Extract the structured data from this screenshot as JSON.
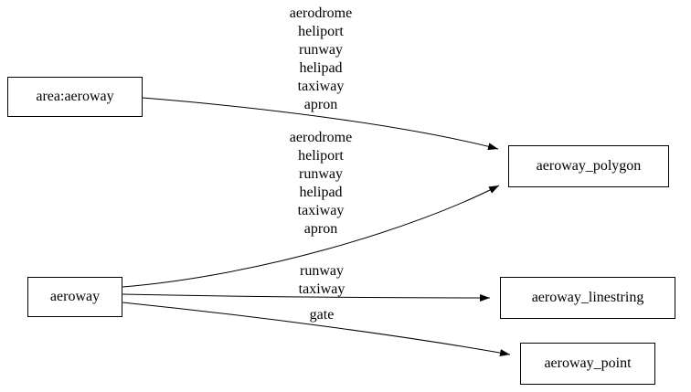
{
  "diagram": {
    "background_color": "#ffffff",
    "stroke_color": "#000000",
    "nodes": [
      {
        "id": "area-aeroway",
        "label": "area:aeroway"
      },
      {
        "id": "aeroway",
        "label": "aeroway"
      },
      {
        "id": "aeroway-polygon",
        "label": "aeroway_polygon"
      },
      {
        "id": "aeroway-linestring",
        "label": "aeroway_linestring"
      },
      {
        "id": "aeroway-point",
        "label": "aeroway_point"
      }
    ],
    "edges": [
      {
        "from": "area:aeroway",
        "to": "aeroway_polygon",
        "label_lines": [
          "aerodrome",
          "heliport",
          "runway",
          "helipad",
          "taxiway",
          "apron"
        ]
      },
      {
        "from": "aeroway",
        "to": "aeroway_polygon",
        "label_lines": [
          "aerodrome",
          "heliport",
          "runway",
          "helipad",
          "taxiway",
          "apron"
        ]
      },
      {
        "from": "aeroway",
        "to": "aeroway_linestring",
        "label_lines": [
          "runway",
          "taxiway"
        ]
      },
      {
        "from": "aeroway",
        "to": "aeroway_point",
        "label_lines": [
          "gate"
        ]
      }
    ]
  }
}
